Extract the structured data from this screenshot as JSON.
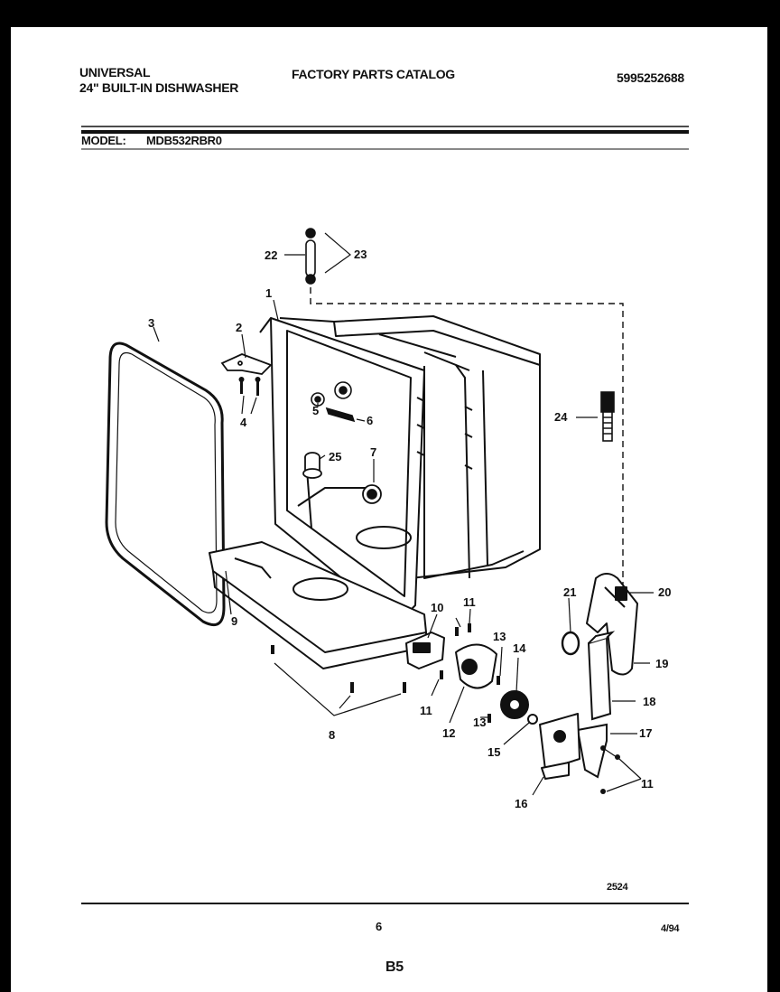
{
  "header": {
    "brand": "UNIVERSAL",
    "product": "24\" BUILT-IN DISHWASHER",
    "catalog_title": "FACTORY PARTS CATALOG",
    "part_number": "5995252688"
  },
  "model": {
    "label": "MODEL:",
    "value": "MDB532RBR0"
  },
  "diagram": {
    "callouts": [
      "1",
      "2",
      "3",
      "4",
      "5",
      "6",
      "7",
      "8",
      "9",
      "10",
      "11",
      "11",
      "11",
      "11",
      "12",
      "13",
      "13",
      "14",
      "15",
      "16",
      "17",
      "18",
      "19",
      "20",
      "21",
      "22",
      "23",
      "24",
      "25"
    ],
    "drawing_number": "2524"
  },
  "footer": {
    "page_number": "6",
    "date": "4/94",
    "section": "B5"
  }
}
